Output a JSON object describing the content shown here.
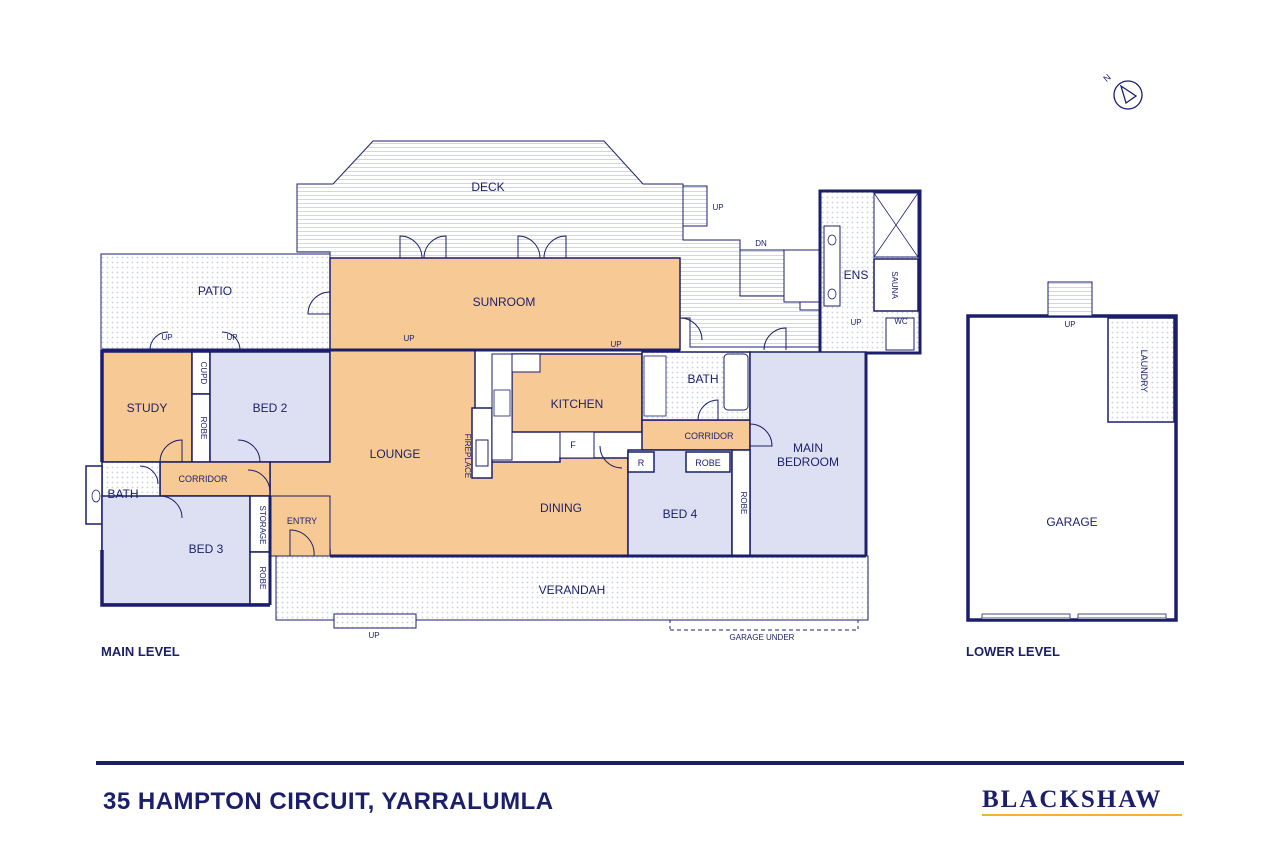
{
  "rooms": {
    "deck": "DECK",
    "patio": "PATIO",
    "sunroom": "SUNROOM",
    "study": "STUDY",
    "cupd": "CUPD",
    "robe": "ROBE",
    "bed2": "BED 2",
    "lounge": "LOUNGE",
    "fireplace": "FIREPLACE",
    "kitchen": "KITCHEN",
    "fridge": "F",
    "bath": "BATH",
    "corridor": "CORRIDOR",
    "main_bedroom_1": "MAIN",
    "main_bedroom_2": "BEDROOM",
    "ens": "ENS",
    "sauna": "SAUNA",
    "wc": "WC",
    "bed3": "BED 3",
    "storage": "STORAGE",
    "entry": "ENTRY",
    "dining": "DINING",
    "bed4": "BED 4",
    "r": "R",
    "verandah": "VERANDAH",
    "garage": "GARAGE",
    "laundry": "LAUNDRY"
  },
  "markers": {
    "up": "UP",
    "dn": "DN",
    "garage_under": "GARAGE UNDER",
    "north": "N"
  },
  "levels": {
    "main": "MAIN LEVEL",
    "lower": "LOWER LEVEL"
  },
  "footer": {
    "address": "35 HAMPTON CIRCUIT, YARRALUMLA",
    "brand": "BLACKSHAW"
  },
  "colors": {
    "wall": "#1b1f6b",
    "living": "#f7c995",
    "bedroom": "#dde0f2",
    "accent": "#f0b429"
  }
}
